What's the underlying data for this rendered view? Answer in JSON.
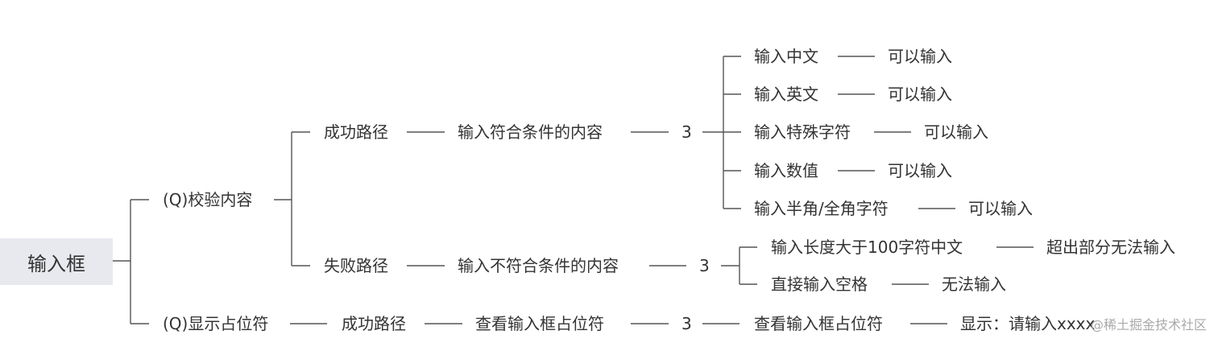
{
  "root": {
    "label": "输入框"
  },
  "branches": [
    {
      "id": "validate",
      "label": "(Q)校验内容"
    },
    {
      "id": "placeholder",
      "label": "(Q)显示占位符"
    }
  ],
  "nodes": {
    "success_path": "成功路径",
    "success_content": "输入符合条件的内容",
    "success_count": "3",
    "fail_path": "失败路径",
    "fail_content": "输入不符合条件的内容",
    "fail_count": "3",
    "ph_success_path": "成功路径",
    "ph_content": "查看输入框占位符",
    "ph_count": "3",
    "ph_case": "查看输入框占位符",
    "ph_result": "显示：请输入xxxx"
  },
  "success_cases": [
    {
      "case": "输入中文",
      "result": "可以输入"
    },
    {
      "case": "输入英文",
      "result": "可以输入"
    },
    {
      "case": "输入特殊字符",
      "result": "可以输入"
    },
    {
      "case": "输入数值",
      "result": "可以输入"
    },
    {
      "case": "输入半角/全角字符",
      "result": "可以输入"
    }
  ],
  "fail_cases": [
    {
      "case": "输入长度大于100字符中文",
      "result": "超出部分无法输入"
    },
    {
      "case": "直接输入空格",
      "result": "无法输入"
    }
  ],
  "watermark": "@稀土掘金技术社区",
  "colors": {
    "line": "#555555",
    "text": "#333333",
    "root_bg": "#e8e9ee"
  }
}
